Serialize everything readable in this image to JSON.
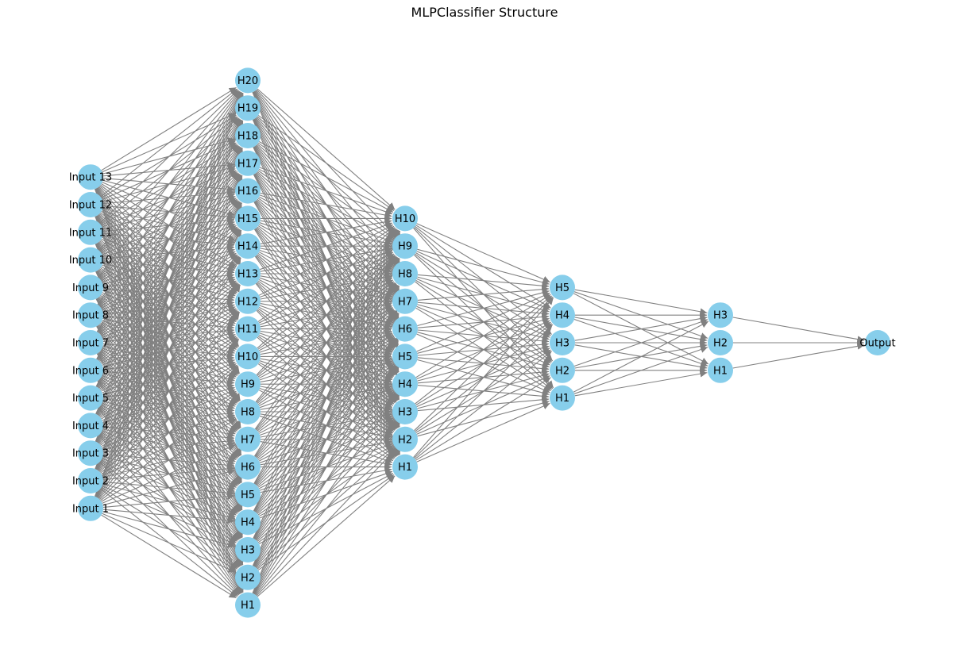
{
  "title": "MLPClassifier Structure",
  "colors": {
    "node": "#87CEEB",
    "edge": "#808080",
    "text": "#000000"
  },
  "layers": [
    {
      "name": "input",
      "nodes": [
        "Input 1",
        "Input 2",
        "Input 3",
        "Input 4",
        "Input 5",
        "Input 6",
        "Input 7",
        "Input 8",
        "Input 9",
        "Input 10",
        "Input 11",
        "Input 12",
        "Input 13"
      ]
    },
    {
      "name": "hidden-1",
      "nodes": [
        "H1",
        "H2",
        "H3",
        "H4",
        "H5",
        "H6",
        "H7",
        "H8",
        "H9",
        "H10",
        "H11",
        "H12",
        "H13",
        "H14",
        "H15",
        "H16",
        "H17",
        "H18",
        "H19",
        "H20"
      ]
    },
    {
      "name": "hidden-2",
      "nodes": [
        "H1",
        "H2",
        "H3",
        "H4",
        "H5",
        "H6",
        "H7",
        "H8",
        "H9",
        "H10"
      ]
    },
    {
      "name": "hidden-3",
      "nodes": [
        "H1",
        "H2",
        "H3",
        "H4",
        "H5"
      ]
    },
    {
      "name": "hidden-4",
      "nodes": [
        "H1",
        "H2",
        "H3"
      ]
    },
    {
      "name": "output",
      "nodes": [
        "Output"
      ]
    }
  ],
  "connectivity": "fully-connected"
}
